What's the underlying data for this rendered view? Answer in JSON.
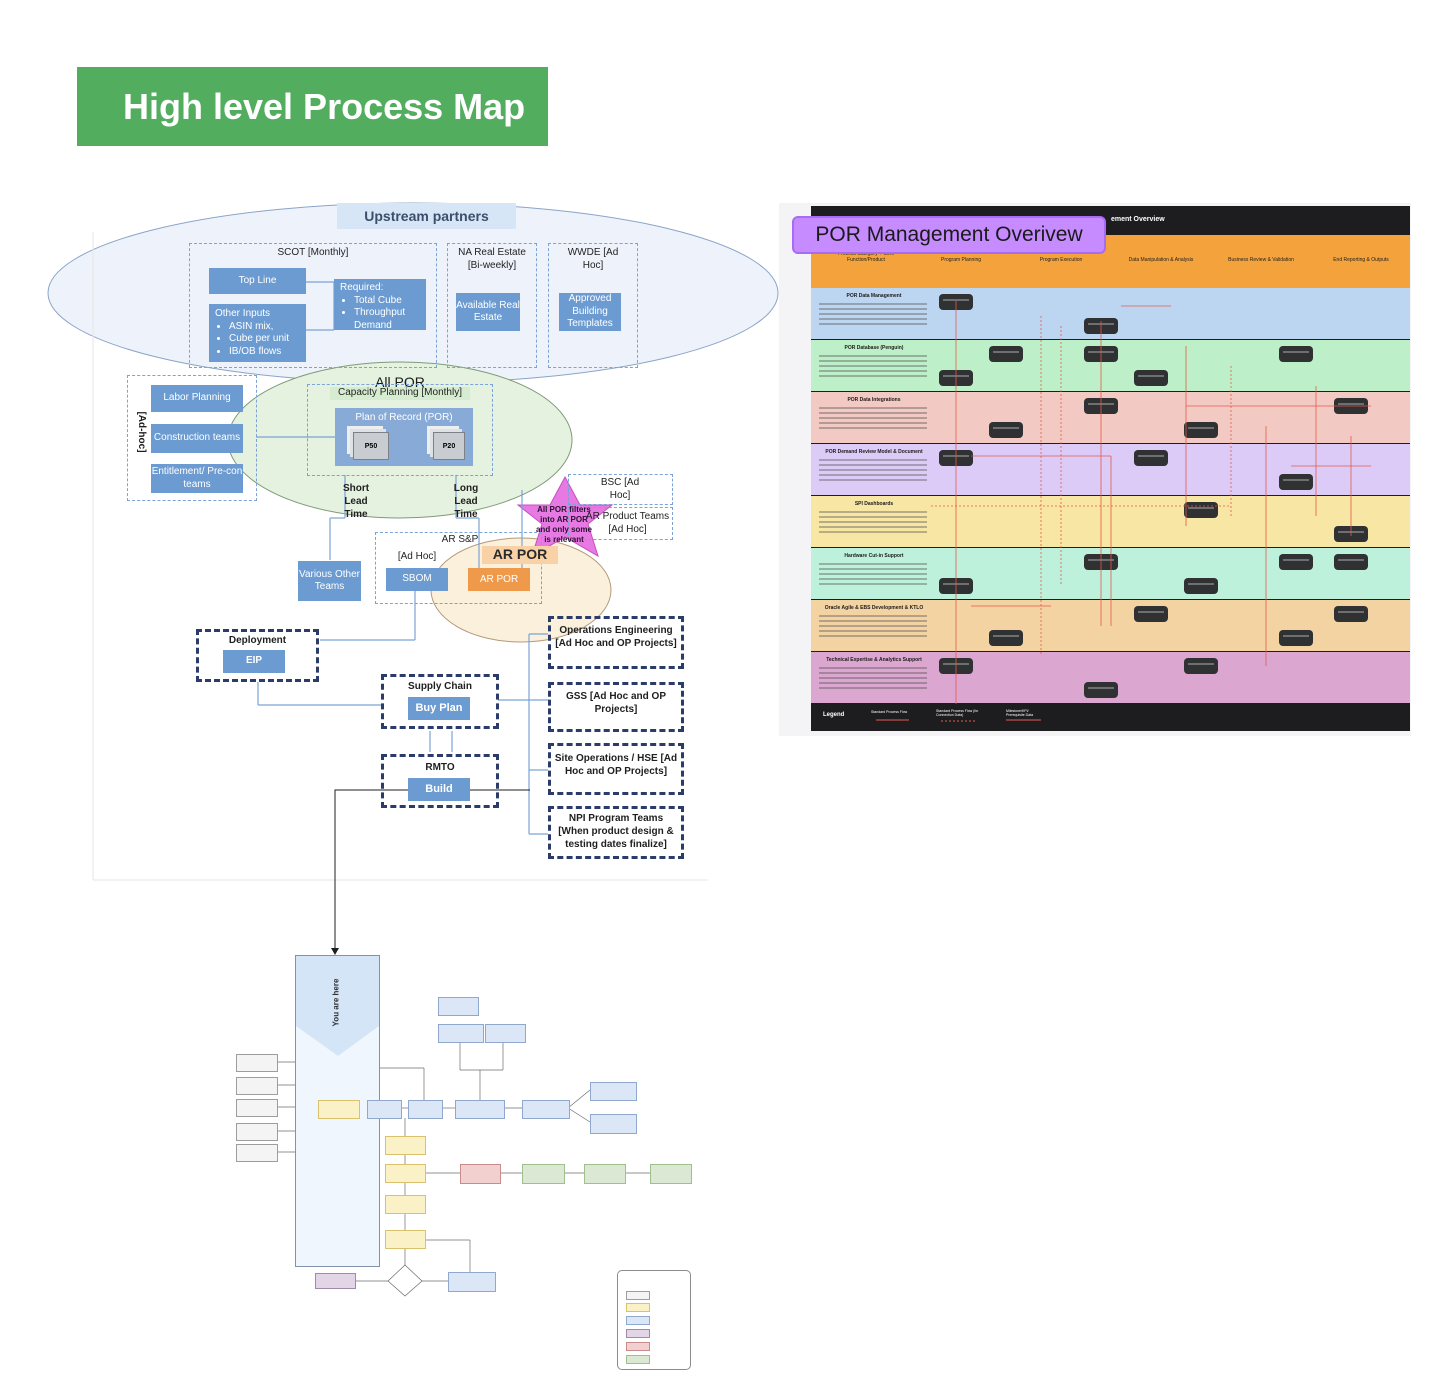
{
  "banner": {
    "title": "High level Process Map"
  },
  "map": {
    "upstream": "Upstream partners",
    "scot": "SCOT [Monthly]",
    "top_line": "Top Line",
    "other_inputs_title": "Other Inputs",
    "other_inputs_items": [
      "ASIN mix,",
      "Cube per unit",
      "IB/OB flows"
    ],
    "required_title": "Required:",
    "required_items": [
      "Total Cube",
      "Throughput Demand"
    ],
    "na_real_estate": "NA Real Estate [Bi-weekly]",
    "available_real_estate": "Available Real Estate",
    "wwde": "WWDE [Ad Hoc]",
    "approved_templates": "Approved Building Templates",
    "adhoc_vertical": "[Ad-hoc]",
    "labor_planning": "Labor Planning",
    "construction_teams": "Construction teams",
    "entitlement": "Entitlement/ Pre-con teams",
    "all_por": "All POR",
    "capacity_planning": "Capacity Planning [Monthly]",
    "plan_of_record": "Plan of Record (POR)",
    "p50": "P50",
    "p20": "P20",
    "short_lead": "Short Lead Time",
    "long_lead": "Long Lead Time",
    "bsc": "BSC [Ad Hoc]",
    "ar_product_teams": "AR Product Teams [Ad Hoc]",
    "star_note": "All POR filters into AR POR and only some is relevant",
    "ar_snop": "AR S&P",
    "ar_snop_adhoc": "[Ad Hoc]",
    "ar_por_label": "AR POR",
    "sbom": "SBOM",
    "ar_por_box": "AR POR",
    "various_other": "Various Other Teams",
    "deployment": "Deployment",
    "eip": "EIP",
    "supply_chain": "Supply Chain",
    "buy_plan": "Buy Plan",
    "rmto": "RMTO",
    "build": "Build",
    "ops_engineering": "Operations Engineering [Ad Hoc and OP Projects]",
    "gss": "GSS [Ad Hoc and OP Projects]",
    "site_ops": "Site Operations / HSE [Ad Hoc and OP Projects]",
    "npi": "NPI Program Teams [When product design & testing dates finalize]"
  },
  "por_overview": {
    "badge": "POR Management Overivew",
    "header_title": "ement Overview",
    "columns": [
      "Process Category + Core Function/Product",
      "Program Planning",
      "Program Execution",
      "Data Manipulation & Analysis",
      "Business Review & Validation",
      "End Reporting & Outputs"
    ],
    "lanes": [
      {
        "title": "POR Data Management",
        "color": "#bcd6f2"
      },
      {
        "title": "POR Database (Penguin)",
        "color": "#bdefc8"
      },
      {
        "title": "POR Data Integrations",
        "color": "#f3c9c3"
      },
      {
        "title": "POR Demand Review Model & Document",
        "color": "#dccbf7"
      },
      {
        "title": "SPI Dashboards",
        "color": "#f8e6a4"
      },
      {
        "title": "Hardware Cut-in Support",
        "color": "#bdf1dc"
      },
      {
        "title": "Oracle Agile & EBS Development & KTLO",
        "color": "#f4d3a3"
      },
      {
        "title": "Technical Expertise & Analytics Support",
        "color": "#dba6cf"
      }
    ],
    "legend": "Legend",
    "legend_items": [
      "Standard Process Flow",
      "Standard Process Flow (for Connection Data)",
      "Milestone/KPI/ Prerequisite Data"
    ]
  },
  "flow": {
    "you_are_here": "You are here"
  },
  "colors": {
    "banner": "#52ad5f",
    "blue_box": "#6b9bd1",
    "orange_header": "#f4a23c",
    "purple_badge": "#c58bff",
    "star": "#e779e3"
  }
}
